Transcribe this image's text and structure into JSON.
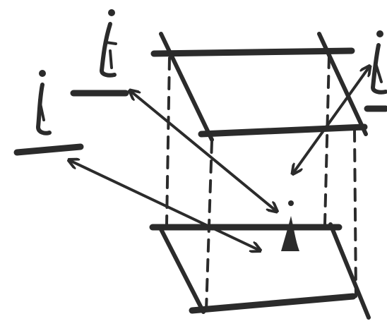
{
  "diagram": {
    "figures": [
      {
        "id": "figure-left",
        "pose": "seated"
      },
      {
        "id": "figure-top",
        "pose": "seated"
      },
      {
        "id": "figure-right",
        "pose": "seated"
      },
      {
        "id": "figure-center",
        "pose": "standing"
      }
    ],
    "platforms": [
      "upper-plane",
      "lower-plane",
      "left-ledge",
      "top-ledge",
      "right-ledge"
    ],
    "arrows": [
      {
        "from": "figure-top",
        "to": "figure-center",
        "direction": "both"
      },
      {
        "from": "figure-left",
        "to": "lower-plane",
        "direction": "both"
      },
      {
        "from": "figure-right",
        "to": "figure-center",
        "direction": "both"
      }
    ],
    "projection_lines": "dashed vertical",
    "colors": {
      "ink": "#2b2b2b",
      "background": "#ffffff"
    }
  }
}
